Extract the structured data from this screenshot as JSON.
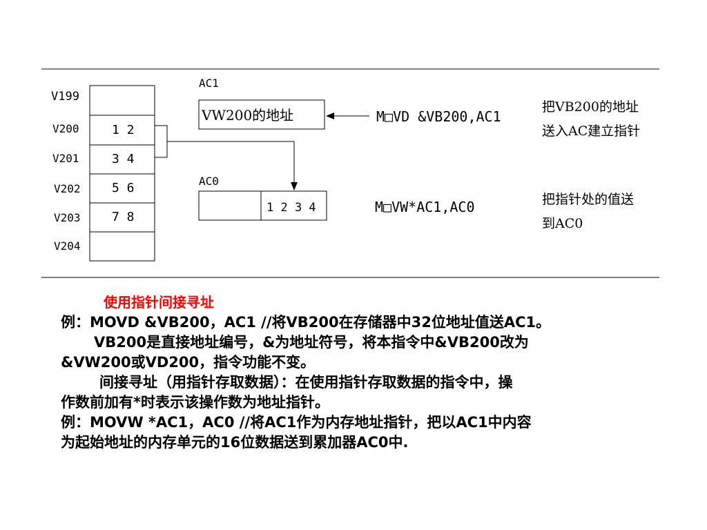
{
  "diagram": {
    "memory_labels": [
      "V199",
      "V200",
      "V201",
      "V202",
      "V203",
      "V204"
    ],
    "memory_values": [
      "",
      "1 2",
      "3 4",
      "5 6",
      "7 8",
      ""
    ],
    "ac1_label": "AC1",
    "ac1_value": "VW200的地址",
    "ac0_label": "AC0",
    "ac0_value": "1 2 3 4",
    "instruction_1": "M□VD &VB200,AC1",
    "instruction_2": "M□VW*AC1,AC0",
    "note_1": [
      "把VB200的地址",
      "送入AC建立指针"
    ],
    "note_2": [
      "把指针处的值送",
      "到AC0"
    ]
  },
  "text": {
    "title": "使用指针间接寻址",
    "lines": [
      "例：MOVD  &VB200，AC1 //将VB200在存储器中32位地址值送AC1。",
      "VB200是直接地址编号，&为地址符号，将本指令中&VB200改为",
      "&VW200或VD200，指令功能不变。",
      "间接寻址（用指针存取数据）：在使用指针存取数据的指令中，操",
      "作数前加有*时表示该操作数为地址指针。",
      "例：MOVW  *AC1，AC0 //将AC1作为内存地址指针，把以AC1中内容",
      "为起始地址的内存单元的16位数据送到累加器AC0中."
    ]
  }
}
